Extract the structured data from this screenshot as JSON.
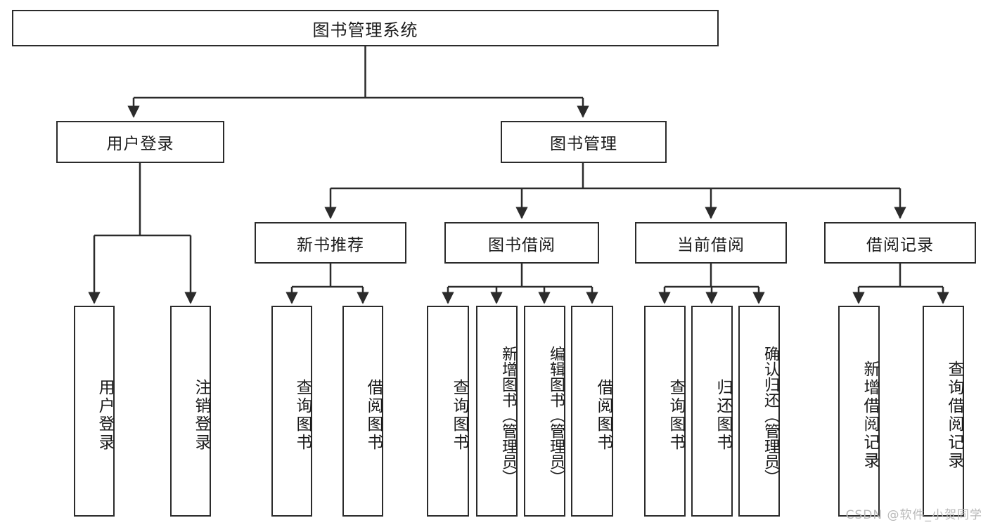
{
  "diagram": {
    "type": "tree-hierarchy",
    "title": "图书管理系统",
    "watermark": "CSDN @软件_小贺同学",
    "root": {
      "label": "图书管理系统"
    },
    "level2": [
      {
        "label": "用户登录"
      },
      {
        "label": "图书管理"
      }
    ],
    "level3": [
      {
        "label": "新书推荐"
      },
      {
        "label": "图书借阅"
      },
      {
        "label": "当前借阅"
      },
      {
        "label": "借阅记录"
      }
    ],
    "leaves": {
      "user_login": [
        "用户登录",
        "注销登录"
      ],
      "new_book_recommend": [
        "查询图书",
        "借阅图书"
      ],
      "book_borrow": [
        "查询图书",
        "新增图书（管理员）",
        "编辑图书（管理员）",
        "借阅图书"
      ],
      "current_borrow": [
        "查询图书",
        "归还图书",
        "确认归还（管理员）"
      ],
      "borrow_record": [
        "新增借阅记录",
        "查询借阅记录"
      ]
    }
  },
  "colors": {
    "stroke": "#2b2b2b",
    "fill": "#ffffff",
    "text": "#1a1a1a",
    "watermark": "#b9b9b9"
  }
}
